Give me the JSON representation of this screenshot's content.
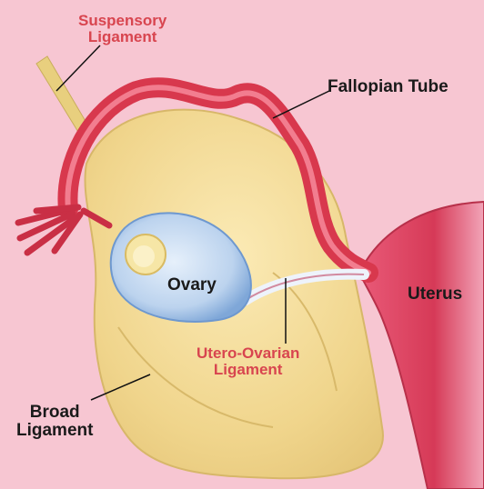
{
  "labels": {
    "suspensory": [
      "Suspensory",
      "Ligament"
    ],
    "fallopian": "Fallopian Tube",
    "ovary": "Ovary",
    "uterus": "Uterus",
    "utero_ovarian": [
      "Utero-Ovarian",
      "Ligament"
    ],
    "broad": [
      "Broad",
      "Ligament"
    ]
  },
  "colors": {
    "background": "#f7c6d2",
    "tissue": "#f1d993",
    "tube": "#d8384d",
    "ovary": "#bcd3ee",
    "label_dark": "#1a1a1a",
    "label_red": "#d8454f"
  }
}
